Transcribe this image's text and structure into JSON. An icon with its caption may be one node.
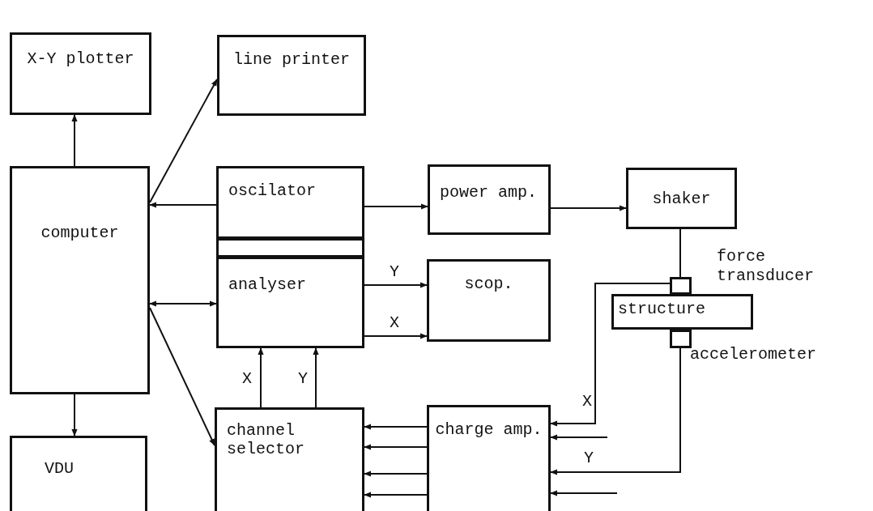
{
  "diagram": {
    "nodes": [
      {
        "text": [
          "X-Y plotter"
        ]
      },
      {
        "text": [
          "line printer"
        ]
      },
      {
        "text": [
          "computer"
        ]
      },
      {
        "text": [
          "oscilator"
        ]
      },
      {
        "text": [
          "power amp."
        ]
      },
      {
        "text": [
          "shaker"
        ]
      },
      {
        "text": [
          "analyser"
        ]
      },
      {
        "text": [
          "scop."
        ]
      },
      {
        "text": [],
        "shape": "box"
      },
      {
        "text": [
          "structure"
        ]
      },
      {
        "text": [],
        "shape": "box",
        "beside": [
          "accelerometer"
        ]
      },
      {
        "text": [
          "VDU"
        ]
      },
      {
        "text": [
          "channel selector"
        ]
      },
      {
        "text": [
          "charge amp."
        ]
      },
      {
        "text": [],
        "shape": "box"
      }
    ],
    "labels": [
      "force transducer"
    ],
    "edges": [
      {
        "from": 2,
        "to": 0,
        "arrow": "to"
      },
      {
        "from": 2,
        "to": 1,
        "arrow": "to"
      },
      {
        "from": 3,
        "to": 2,
        "arrow": "to"
      },
      {
        "from": 3,
        "to": 4,
        "arrow": "to"
      },
      {
        "from": 4,
        "to": 5,
        "arrow": "to"
      },
      {
        "from": 5,
        "to": 8,
        "arrow": "none"
      },
      {
        "from": 6,
        "to": 2,
        "arrow": "both"
      },
      {
        "from": 2,
        "to": 12,
        "arrow": "to"
      },
      {
        "from": 2,
        "to": 11,
        "arrow": "to"
      },
      {
        "from": 6,
        "to": 7,
        "label": "Y",
        "arrow": "to"
      },
      {
        "from": 6,
        "to": 7,
        "label": "X",
        "arrow": "to"
      },
      {
        "from": 12,
        "to": 6,
        "label": "X",
        "arrow": "to"
      },
      {
        "from": 12,
        "to": 6,
        "label": "Y",
        "arrow": "to"
      },
      {
        "from": 8,
        "to": 13,
        "label": "X",
        "arrow": "to"
      },
      {
        "from": 10,
        "to": 13,
        "label": "Y",
        "arrow": "to"
      },
      {
        "from": null,
        "to": 13,
        "arrow": "to"
      },
      {
        "from": null,
        "to": 13,
        "arrow": "to"
      },
      {
        "from": 13,
        "to": 12,
        "arrow": "to"
      },
      {
        "from": 13,
        "to": 12,
        "arrow": "to"
      },
      {
        "from": 13,
        "to": 12,
        "arrow": "to"
      },
      {
        "from": 13,
        "to": 12,
        "arrow": "to"
      }
    ]
  }
}
